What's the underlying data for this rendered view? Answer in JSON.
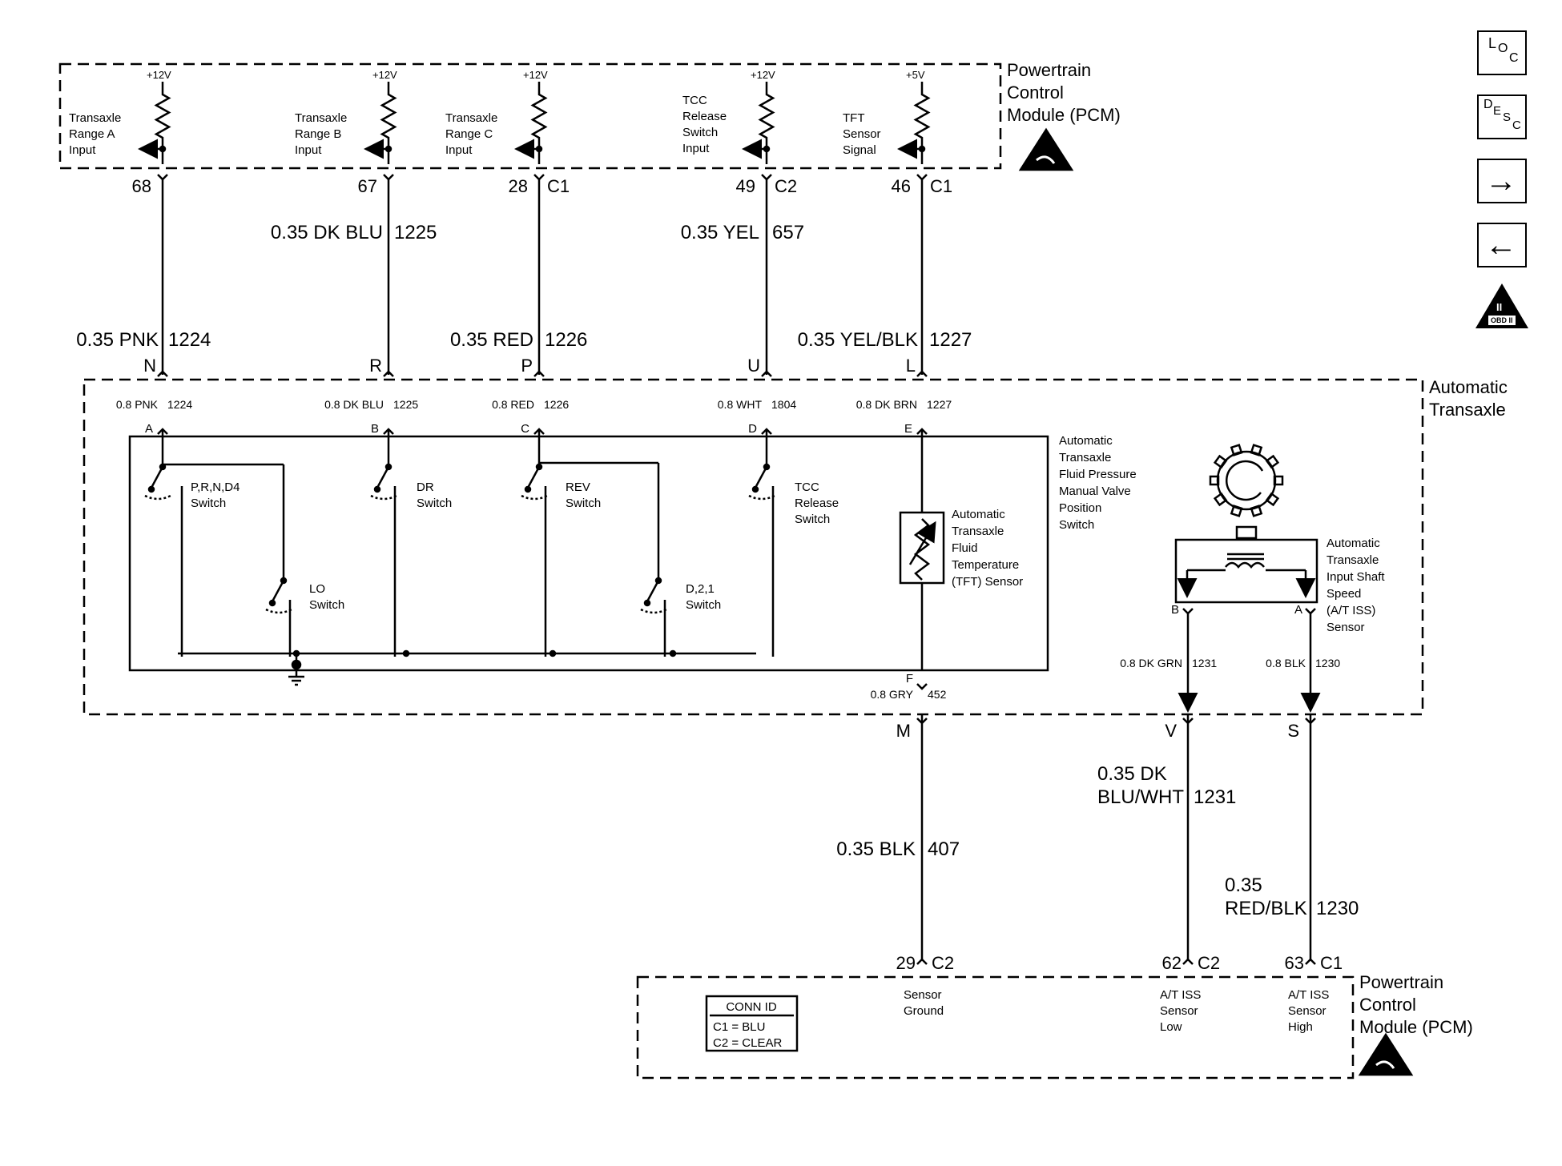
{
  "pcm_top": {
    "title_lines": [
      "Powertrain",
      "Control",
      "Module (PCM)"
    ],
    "inputs": [
      {
        "voltage": "+12V",
        "lines": [
          "Transaxle",
          "Range A",
          "Input"
        ],
        "pin": "68",
        "connector": ""
      },
      {
        "voltage": "+12V",
        "lines": [
          "Transaxle",
          "Range B",
          "Input"
        ],
        "pin": "67",
        "connector": ""
      },
      {
        "voltage": "+12V",
        "lines": [
          "Transaxle",
          "Range C",
          "Input"
        ],
        "pin": "28",
        "connector": "C1"
      },
      {
        "voltage": "+12V",
        "lines": [
          "TCC",
          "Release",
          "Switch",
          "Input"
        ],
        "pin": "49",
        "connector": "C2"
      },
      {
        "voltage": "+5V",
        "lines": [
          "TFT",
          "Sensor",
          "Signal"
        ],
        "pin": "46",
        "connector": "C1"
      }
    ]
  },
  "harness_wires": [
    {
      "gauge_color": "0.35 DK BLU",
      "circuit": "1225"
    },
    {
      "gauge_color": "0.35 YEL",
      "circuit": "657"
    },
    {
      "gauge_color": "0.35 PNK",
      "circuit": "1224"
    },
    {
      "gauge_color": "0.35 RED",
      "circuit": "1226"
    },
    {
      "gauge_color": "0.35 YEL/BLK",
      "circuit": "1227"
    }
  ],
  "transaxle_connector": [
    "N",
    "R",
    "P",
    "U",
    "L"
  ],
  "transaxle": {
    "title_lines": [
      "Automatic",
      "Transaxle"
    ],
    "internal_wires": [
      {
        "label": "0.8 PNK",
        "circuit": "1224",
        "pin": "A"
      },
      {
        "label": "0.8 DK BLU",
        "circuit": "1225",
        "pin": "B"
      },
      {
        "label": "0.8 RED",
        "circuit": "1226",
        "pin": "C"
      },
      {
        "label": "0.8 WHT",
        "circuit": "1804",
        "pin": "D"
      },
      {
        "label": "0.8 DK BRN",
        "circuit": "1227",
        "pin": "E"
      }
    ],
    "pressure_switch_lines": [
      "Automatic",
      "Transaxle",
      "Fluid Pressure",
      "Manual Valve",
      "Position",
      "Switch"
    ],
    "switches": [
      {
        "lines": [
          "P,R,N,D4",
          "Switch"
        ]
      },
      {
        "lines": [
          "DR",
          "Switch"
        ]
      },
      {
        "lines": [
          "REV",
          "Switch"
        ]
      },
      {
        "lines": [
          "TCC",
          "Release",
          "Switch"
        ]
      },
      {
        "lines": [
          "LO",
          "Switch"
        ]
      },
      {
        "lines": [
          "D,2,1",
          "Switch"
        ]
      }
    ],
    "tft_lines": [
      "Automatic",
      "Transaxle",
      "Fluid",
      "Temperature",
      "(TFT) Sensor"
    ],
    "tft_ground_pin": "F",
    "tft_ground_wire": {
      "label": "0.8 GRY",
      "circuit": "452"
    },
    "iss_lines": [
      "Automatic",
      "Transaxle",
      "Input Shaft",
      "Speed",
      "(A/T ISS)",
      "Sensor"
    ],
    "iss_pins": [
      "B",
      "A"
    ],
    "iss_wires": [
      {
        "label": "0.8 DK GRN",
        "circuit": "1231"
      },
      {
        "label": "0.8 BLK",
        "circuit": "1230"
      }
    ]
  },
  "bottom_connector": [
    "M",
    "V",
    "S"
  ],
  "bottom_wires": [
    {
      "lines": [
        "0.35 BLK"
      ],
      "circuit": "407"
    },
    {
      "lines": [
        "0.35 DK",
        "BLU/WHT"
      ],
      "circuit": "1231"
    },
    {
      "lines": [
        "0.35",
        "RED/BLK"
      ],
      "circuit": "1230"
    }
  ],
  "pcm_bottom": {
    "title_lines": [
      "Powertrain",
      "Control",
      "Module (PCM)"
    ],
    "conn_id": {
      "title": "CONN ID",
      "lines": [
        "C1 = BLU",
        "C2 = CLEAR"
      ]
    },
    "pins": [
      {
        "pin": "29",
        "connector": "C2",
        "lines": [
          "Sensor",
          "Ground"
        ]
      },
      {
        "pin": "62",
        "connector": "C2",
        "lines": [
          "A/T ISS",
          "Sensor",
          "Low"
        ]
      },
      {
        "pin": "63",
        "connector": "C1",
        "lines": [
          "A/T ISS",
          "Sensor",
          "High"
        ]
      }
    ]
  },
  "side_buttons": {
    "loc": {
      "big": "L",
      "small1": "O",
      "small2": "C"
    },
    "desc": {
      "big": "D",
      "small1": "E",
      "small2": "S",
      "small3": "C"
    },
    "next": "→",
    "prev": "←",
    "obd": {
      "top": "II",
      "bottom": "OBD II"
    }
  }
}
